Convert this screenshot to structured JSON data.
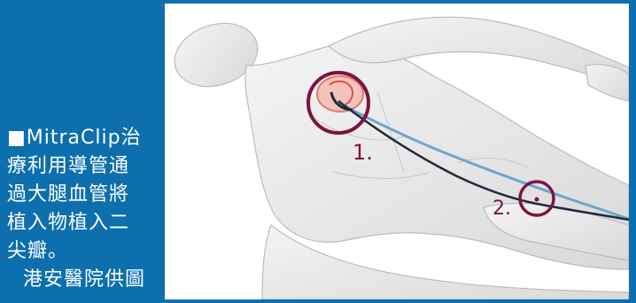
{
  "caption": {
    "lines": [
      "■MitraClip治",
      "療利用導管通",
      "過大腿血管將",
      "植入物植入二",
      "尖瓣。"
    ],
    "credit": "港安醫院供圖"
  },
  "illustration": {
    "labels": [
      "1.",
      "2."
    ]
  },
  "colors": {
    "panel_blue": "#0d6fad",
    "marker_purple": "#7a1440",
    "catheter_blue": "#6fa6c8",
    "catheter_dark": "#1d2b3a",
    "heart_red": "#e07a6e"
  }
}
